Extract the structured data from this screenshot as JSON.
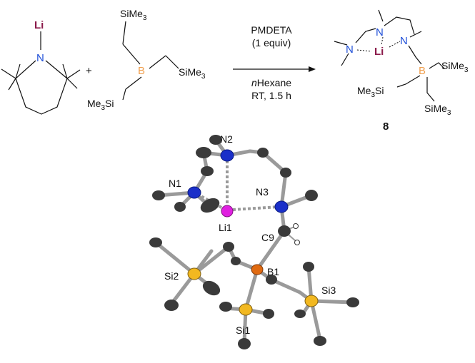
{
  "reactant1": {
    "li": "Li",
    "n": "N"
  },
  "reactant2": {
    "sime3_top": "SiMe",
    "sub_top": "3",
    "b": "B",
    "sime3_right": "SiMe",
    "sub_right": "3",
    "me3si_left": "Me",
    "sub_left": "3",
    "si_left": "Si"
  },
  "plus": "+",
  "conditions": {
    "reagent": "PMDETA",
    "equiv": "(1 equiv)",
    "solvent_italic": "n",
    "solvent": "Hexane",
    "temp_time": "RT, 1.5 h"
  },
  "product": {
    "n_left": "N",
    "n_mid": "N",
    "n_right": "N",
    "li": "Li",
    "b": "B",
    "sime3_a": "SiMe",
    "sub_a": "3",
    "me3si": "Me",
    "sub_me3si": "3",
    "si_me3si": "Si",
    "sime3_b": "SiMe",
    "sub_b": "3",
    "number": "8"
  },
  "crystal": {
    "labels": [
      "N1",
      "N2",
      "N3",
      "Li1",
      "C9",
      "B1",
      "Si1",
      "Si2",
      "Si3"
    ]
  },
  "colors": {
    "li": "#8b1a4a",
    "n": "#1f4fd8",
    "b": "#f0a050",
    "atom_n": "#1a2fc9",
    "atom_li": "#e020e0",
    "atom_b": "#e06a10",
    "atom_si": "#f2b820",
    "atom_c": "#3a3a3a",
    "arrow": "#111111"
  }
}
